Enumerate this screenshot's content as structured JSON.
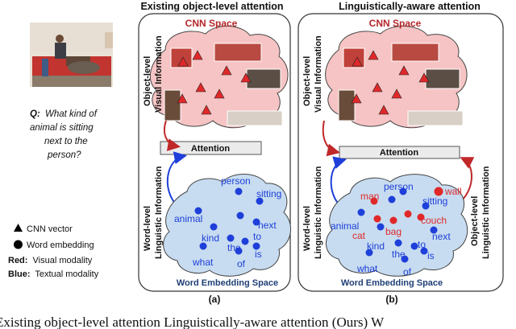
{
  "left_panel": {
    "question_prefix": "Q:",
    "question_lines": [
      "What kind of",
      "animal is sitting",
      "next to the",
      "person?"
    ],
    "photo_icon": "photo-living-room-person-dog"
  },
  "legend": {
    "cnn_vector": "CNN vector",
    "word_embedding": "Word embedding",
    "red_key": "Red:",
    "red_desc": "Visual modality",
    "blue_key": "Blue:",
    "blue_desc": "Textual modality"
  },
  "panel_a": {
    "title": "Existing object-level attention",
    "cnn_space": "CNN Space",
    "visual_label_1": "Object-level",
    "visual_label_2": "Visual Information",
    "attention": "Attention",
    "ling_label_1": "Word-level",
    "ling_label_2": "Linguistic Information",
    "word_space": "Word Embedding Space",
    "caption": "(a)",
    "words": [
      "person",
      "sitting",
      "animal",
      "next",
      "kind",
      "to",
      "the",
      "is",
      "what",
      "of"
    ]
  },
  "panel_b": {
    "title": "Linguistically-aware attention",
    "cnn_space": "CNN Space",
    "visual_label_1": "Object-level",
    "visual_label_2": "Visual Information",
    "attention": "Attention",
    "ling_label_1": "Word-level",
    "ling_label_2": "Linguistic Information",
    "right_label_1": "Object-level",
    "right_label_2": "Linguistic Information",
    "word_space": "Word Embedding Space",
    "caption": "(b)",
    "blue_words": [
      "person",
      "sitting",
      "animal",
      "next",
      "kind",
      "to",
      "the",
      "is",
      "what",
      "of"
    ],
    "red_words": [
      "man",
      "wall",
      "cat",
      "bag",
      "couch"
    ]
  },
  "caption_line": "Existing object-level attention   Linguistically-aware attention (Ours)  W",
  "colors": {
    "red": "#e0282a",
    "blue": "#1e3fd9",
    "cnn_fill": "#f6c4c4",
    "word_fill": "#c7dcf0",
    "navy": "#1f3f76",
    "darkred": "#b4262a"
  }
}
